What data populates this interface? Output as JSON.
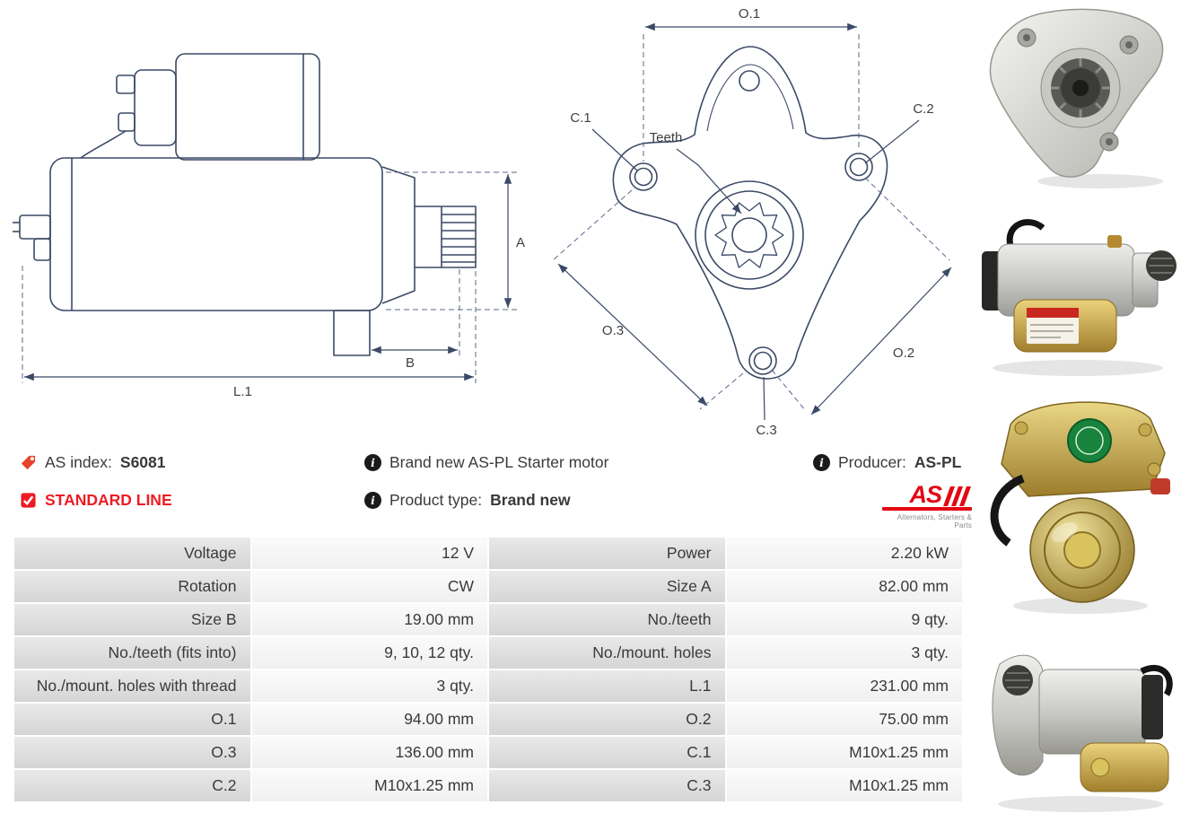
{
  "colors": {
    "accent_red": "#ed1c24",
    "logo_red": "#e30613",
    "tag_orange": "#e8432c",
    "drawing_line": "#3b4a66",
    "table_label_bg": "#dcdcdc",
    "table_value_bg": "#f5f5f5"
  },
  "icons": {
    "info_glyph": "i"
  },
  "diagram": {
    "side": {
      "dim_a": "A",
      "dim_b": "B",
      "dim_l1": "L.1"
    },
    "front": {
      "dim_o1": "O.1",
      "dim_o2": "O.2",
      "dim_o3": "O.3",
      "dim_c1": "C.1",
      "dim_c2": "C.2",
      "dim_c3": "C.3",
      "teeth": "Teeth"
    }
  },
  "info": {
    "as_index": {
      "label": "AS index:",
      "value": "S6081"
    },
    "standard_line": "STANDARD LINE",
    "brand_new": "Brand new AS-PL Starter motor",
    "product_type": {
      "label": "Product type:",
      "value": "Brand new"
    },
    "producer": {
      "label": "Producer:",
      "value": "AS-PL"
    },
    "logo": {
      "text": "AS",
      "tagline": "Alternators, Starters & Parts"
    }
  },
  "spec_table": {
    "rows": [
      {
        "label1": "Voltage",
        "value1": "12 V",
        "label2": "Power",
        "value2": "2.20 kW"
      },
      {
        "label1": "Rotation",
        "value1": "CW",
        "label2": "Size A",
        "value2": "82.00 mm"
      },
      {
        "label1": "Size B",
        "value1": "19.00 mm",
        "label2": "No./teeth",
        "value2": "9 qty."
      },
      {
        "label1": "No./teeth (fits into)",
        "value1": "9, 10, 12 qty.",
        "label2": "No./mount. holes",
        "value2": "3 qty."
      },
      {
        "label1": "No./mount. holes with thread",
        "value1": "3 qty.",
        "label2": "L.1",
        "value2": "231.00 mm"
      },
      {
        "label1": "O.1",
        "value1": "94.00 mm",
        "label2": "O.2",
        "value2": "75.00 mm"
      },
      {
        "label1": "O.3",
        "value1": "136.00 mm",
        "label2": "C.1",
        "value2": "M10x1.25 mm"
      },
      {
        "label1": "C.2",
        "value1": "M10x1.25 mm",
        "label2": "C.3",
        "value2": "M10x1.25 mm"
      }
    ]
  }
}
